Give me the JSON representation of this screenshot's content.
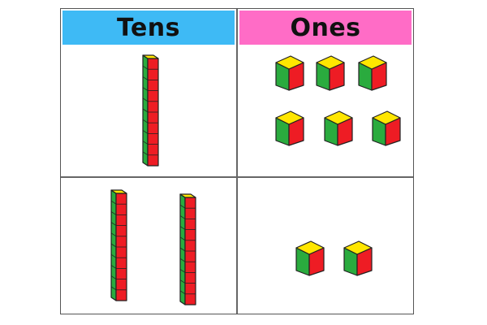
{
  "headers": {
    "tens": {
      "label": "Tens",
      "color": "#3ebaf5"
    },
    "ones": {
      "label": "Ones",
      "color": "#ff6cc6"
    }
  },
  "colors": {
    "red": "#ee1c24",
    "green": "#2aab3e",
    "yellow": "#ffe600",
    "outline": "#222222"
  },
  "rows": [
    {
      "tens": 1,
      "ones": 6
    },
    {
      "tens": 2,
      "ones": 2
    }
  ]
}
